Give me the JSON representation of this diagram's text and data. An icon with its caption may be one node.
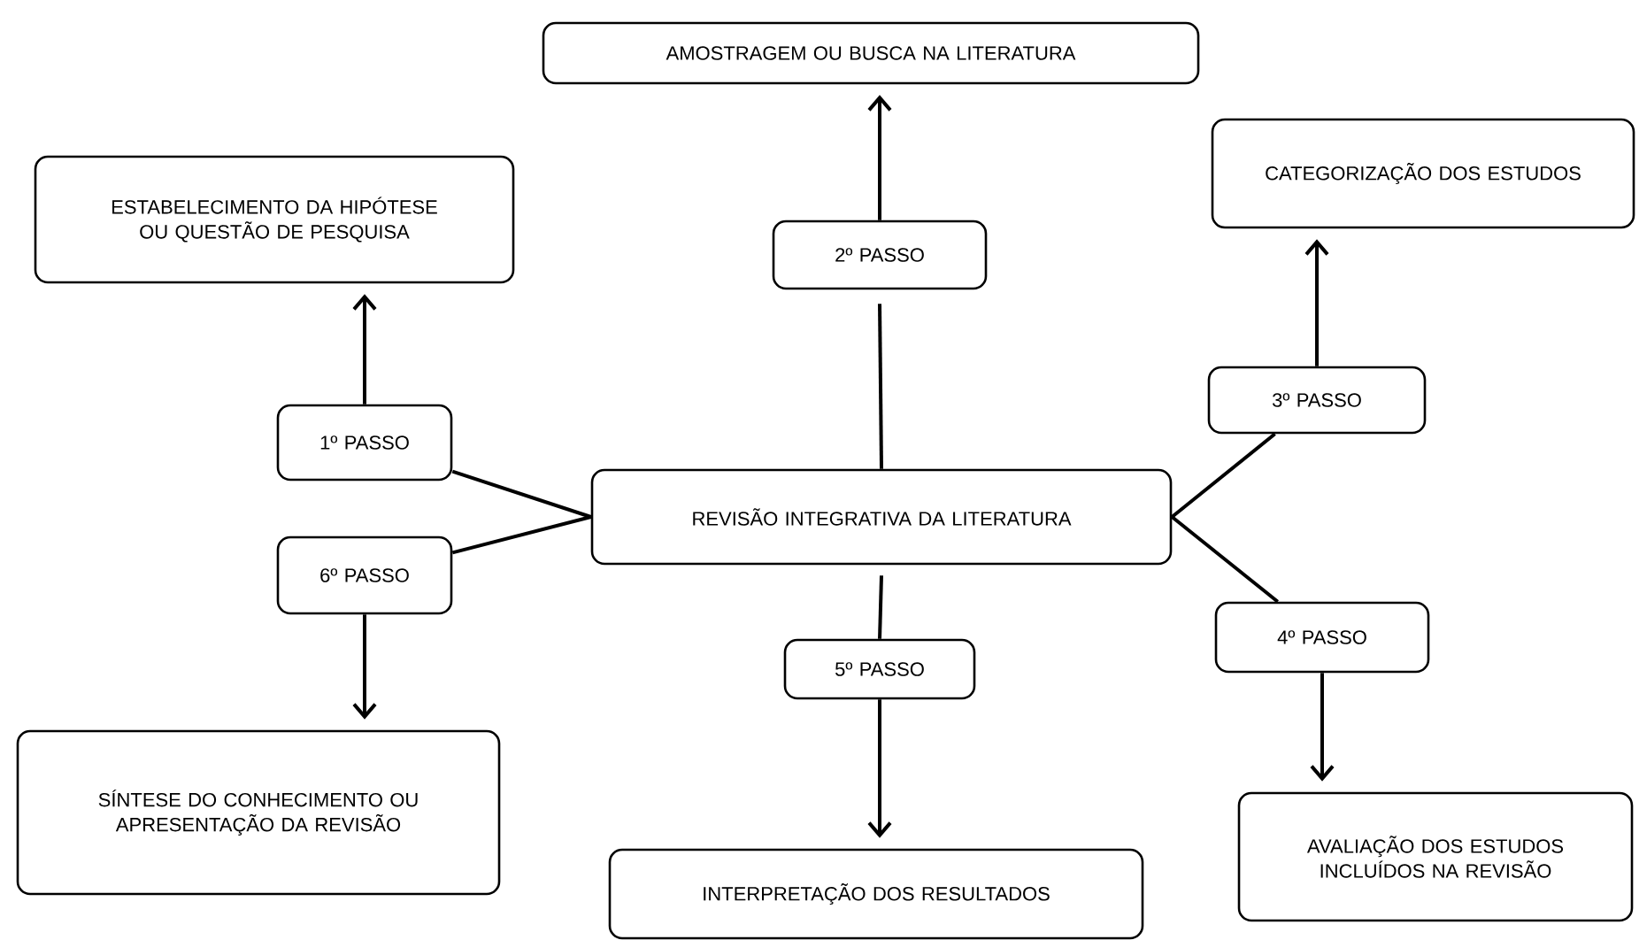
{
  "diagram": {
    "nodes": [
      {
        "text": [
          "REVISÃO INTEGRATIVA DA LITERATURA"
        ]
      },
      {
        "text": [
          "1º PASSO"
        ]
      },
      {
        "text": [
          "ESTABELECIMENTO DA HIPÓTESE OU QUESTÃO DE PESQUISA"
        ]
      },
      {
        "text": [
          "2º PASSO"
        ]
      },
      {
        "text": [
          "AMOSTRAGEM OU BUSCA NA LITERATURA"
        ]
      },
      {
        "text": [
          "3º PASSO"
        ]
      },
      {
        "text": [
          "CATEGORIZAÇÃO DOS ESTUDOS"
        ]
      },
      {
        "text": [
          "4º PASSO"
        ]
      },
      {
        "text": [
          "AVALIAÇÃO DOS ESTUDOS INCLUÍDOS NA REVISÃO"
        ]
      },
      {
        "text": [
          "5º PASSO"
        ]
      },
      {
        "text": [
          "INTERPRETAÇÃO DOS RESULTADOS"
        ]
      },
      {
        "text": [
          "6º PASSO"
        ]
      },
      {
        "text": [
          "SÍNTESE DO CONHECIMENTO OU APRESENTAÇÃO DA REVISÃO"
        ]
      }
    ],
    "edges": [
      {
        "from": 0,
        "to": 1,
        "arrow": "none"
      },
      {
        "from": 1,
        "to": 2,
        "arrow": "to"
      },
      {
        "from": 0,
        "to": 3,
        "arrow": "none"
      },
      {
        "from": 3,
        "to": 4,
        "arrow": "to"
      },
      {
        "from": 0,
        "to": 5,
        "arrow": "none"
      },
      {
        "from": 5,
        "to": 6,
        "arrow": "to"
      },
      {
        "from": 0,
        "to": 7,
        "arrow": "none"
      },
      {
        "from": 7,
        "to": 8,
        "arrow": "to"
      },
      {
        "from": 0,
        "to": 9,
        "arrow": "none"
      },
      {
        "from": 9,
        "to": 10,
        "arrow": "to"
      },
      {
        "from": 0,
        "to": 11,
        "arrow": "none"
      },
      {
        "from": 11,
        "to": 12,
        "arrow": "to"
      }
    ]
  }
}
